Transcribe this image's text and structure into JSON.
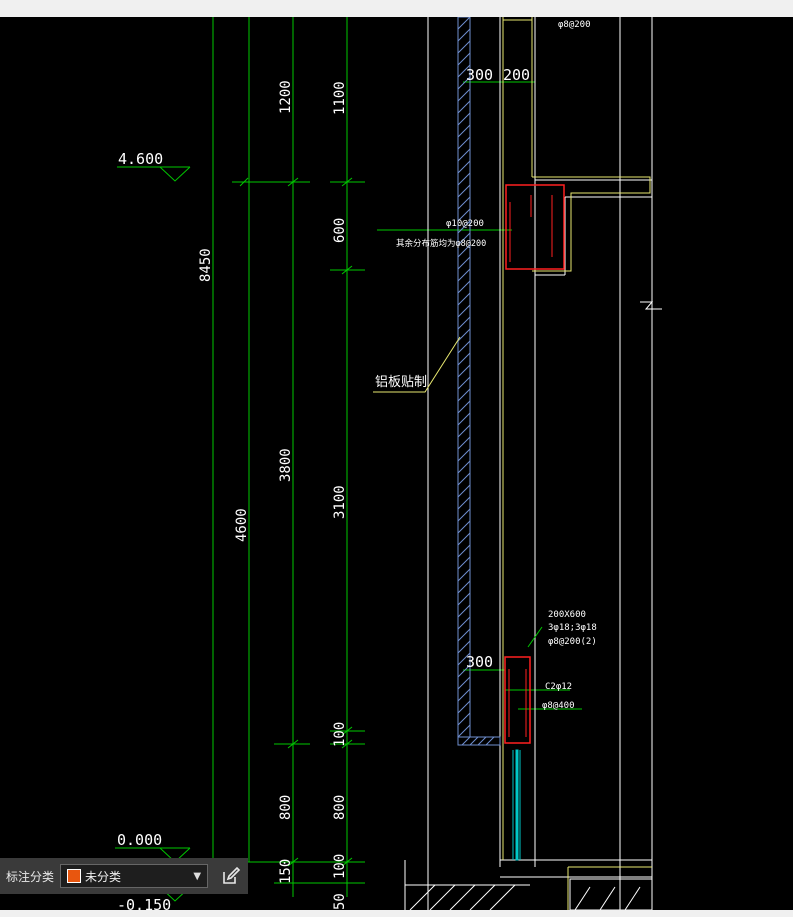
{
  "drawing": {
    "elevations": {
      "top": "4.600",
      "ground": "0.000",
      "bottom": "-0.150"
    },
    "dims_col1": {
      "overall": "8450"
    },
    "dims_col2": {
      "main": "4600"
    },
    "dims_col3": {
      "upper": "1200",
      "middle": "3800",
      "lower": "800",
      "base": "150"
    },
    "dims_col4": {
      "upper": "1100",
      "beam": "600",
      "middle": "3100",
      "beam2": "100",
      "lower": "800",
      "base": "100",
      "bottom": "50"
    },
    "dims_wall": {
      "top_left": "300",
      "top_right": "200",
      "bottom": "300"
    },
    "rebar_labels": {
      "top": "φ8@200",
      "beam1_a": "φ10@200",
      "beam1_b": "其余分布筋均为φ8@200",
      "beam2_size": "200X600",
      "beam2_bars": "3φ18;3φ18",
      "beam2_stirrup": "φ8@200(2)",
      "beam2_c": "C2φ12",
      "beam2_d": "φ8@400"
    },
    "cladding_note": "铝板贴制"
  },
  "annotation_panel": {
    "label": "标注分类",
    "selected": "未分类",
    "swatch_color": "#e8560f",
    "edit_icon": "edit-icon"
  },
  "colors": {
    "background": "#000000",
    "dim_line": "#00c800",
    "outline": "#ffffff",
    "beam": "#ff2020",
    "hatch": "#6f8fd0",
    "yellow": "#e8e870"
  }
}
